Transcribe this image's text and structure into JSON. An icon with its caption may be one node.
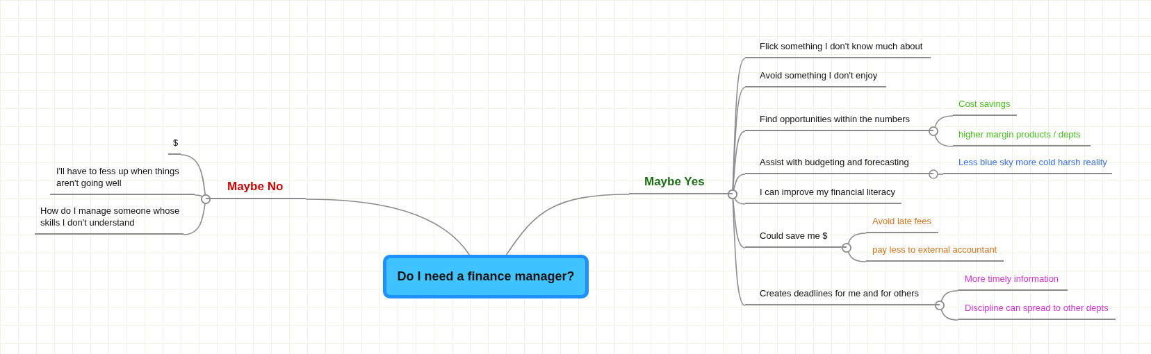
{
  "diagram": {
    "nodes": [
      {
        "text": [
          "Do I need a finance manager?"
        ]
      },
      {
        "text": [
          "Maybe No"
        ]
      },
      {
        "text": [
          "$"
        ]
      },
      {
        "text": [
          "I'll have to fess up when things aren't going well"
        ]
      },
      {
        "text": [
          "How do I manage someone whose skills I don't understand"
        ]
      },
      {
        "text": [
          "Maybe Yes"
        ]
      },
      {
        "text": [
          "Flick something I don't know much about"
        ]
      },
      {
        "text": [
          "Avoid something I don't enjoy"
        ]
      },
      {
        "text": [
          "Find opportunities within the numbers"
        ]
      },
      {
        "text": [
          "Cost savings"
        ]
      },
      {
        "text": [
          "higher margin products / depts"
        ]
      },
      {
        "text": [
          "Assist with budgeting and forecasting"
        ]
      },
      {
        "text": [
          "Less blue sky more cold harsh reality"
        ]
      },
      {
        "text": [
          "I can improve my financial literacy"
        ]
      },
      {
        "text": [
          "Could save me $"
        ]
      },
      {
        "text": [
          "Avoid late fees"
        ]
      },
      {
        "text": [
          "pay less to external accountant"
        ]
      },
      {
        "text": [
          "Creates deadlines for me and for others"
        ]
      },
      {
        "text": [
          "More timely information"
        ]
      },
      {
        "text": [
          "Discipline can spread to other depts"
        ]
      }
    ],
    "edges": [
      {
        "from": 0,
        "to": 1,
        "arrow": "none"
      },
      {
        "from": 1,
        "to": 2,
        "arrow": "other"
      },
      {
        "from": 1,
        "to": 3,
        "arrow": "other"
      },
      {
        "from": 1,
        "to": 4,
        "arrow": "other"
      },
      {
        "from": 0,
        "to": 5,
        "arrow": "none"
      },
      {
        "from": 5,
        "to": 6,
        "arrow": "other"
      },
      {
        "from": 5,
        "to": 7,
        "arrow": "other"
      },
      {
        "from": 5,
        "to": 8,
        "arrow": "other"
      },
      {
        "from": 8,
        "to": 9,
        "arrow": "other"
      },
      {
        "from": 8,
        "to": 10,
        "arrow": "other"
      },
      {
        "from": 5,
        "to": 11,
        "arrow": "other"
      },
      {
        "from": 11,
        "to": 12,
        "arrow": "other"
      },
      {
        "from": 5,
        "to": 13,
        "arrow": "other"
      },
      {
        "from": 5,
        "to": 14,
        "arrow": "other"
      },
      {
        "from": 14,
        "to": 15,
        "arrow": "other"
      },
      {
        "from": 14,
        "to": 16,
        "arrow": "other"
      },
      {
        "from": 5,
        "to": 17,
        "arrow": "other"
      },
      {
        "from": 17,
        "to": 18,
        "arrow": "other"
      },
      {
        "from": 17,
        "to": 19,
        "arrow": "other"
      }
    ]
  }
}
